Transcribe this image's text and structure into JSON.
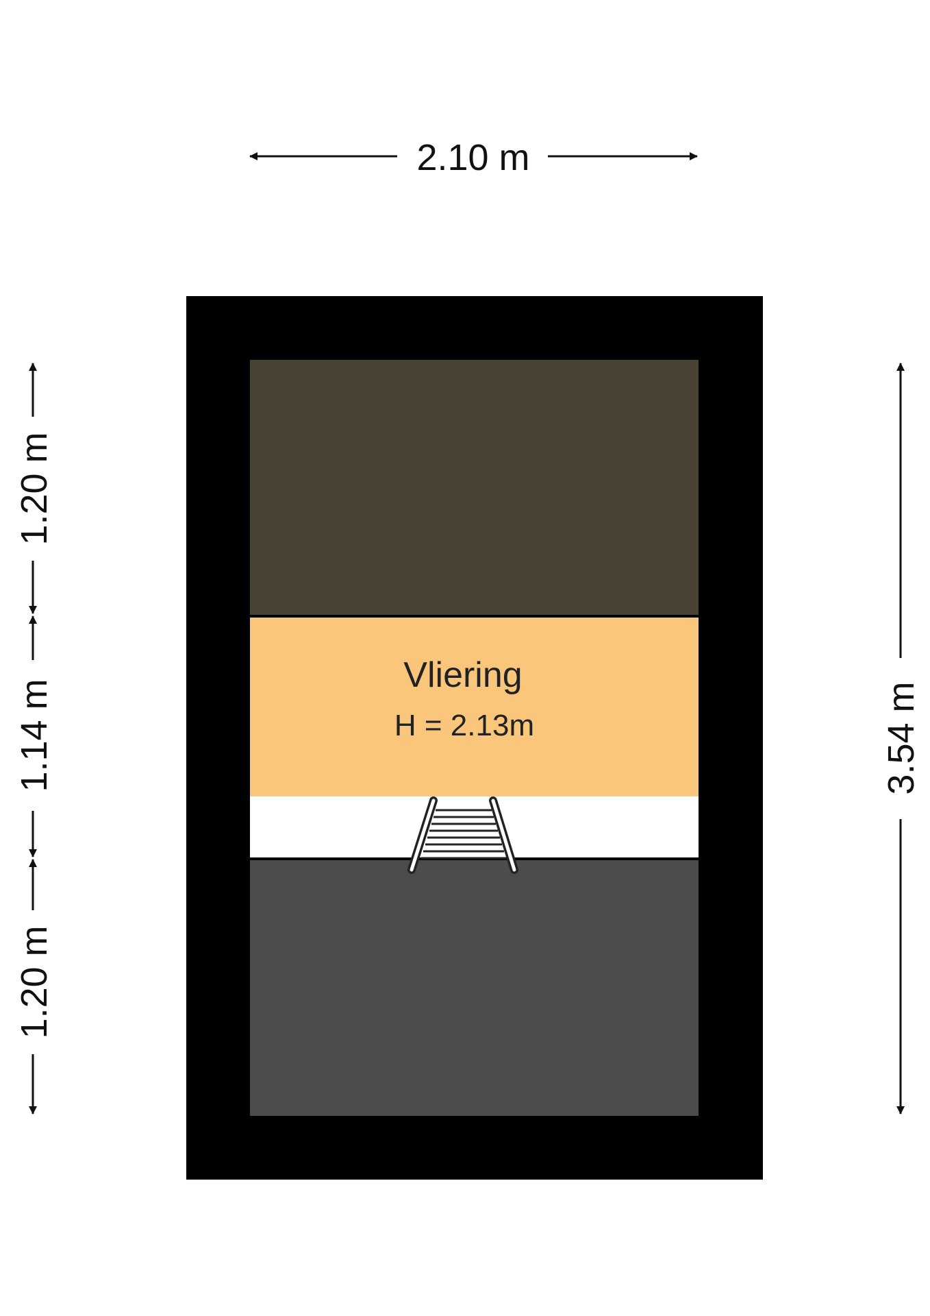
{
  "dimensions": {
    "top_width": "2.10 m",
    "right_height": "3.54 m",
    "left_segments": [
      "1.20 m",
      "1.14 m",
      "1.20 m"
    ]
  },
  "room": {
    "name": "Vliering",
    "height": "H = 2.13m"
  },
  "colors": {
    "wall": "#000000",
    "upper_slope": "#4a4232",
    "room_floor": "#f9c67b",
    "hatch_opening": "#ffffff",
    "lower_slope": "#4c4c4c",
    "dimension_line": "#111111"
  },
  "icons": {
    "hatch": "ladder-icon"
  }
}
